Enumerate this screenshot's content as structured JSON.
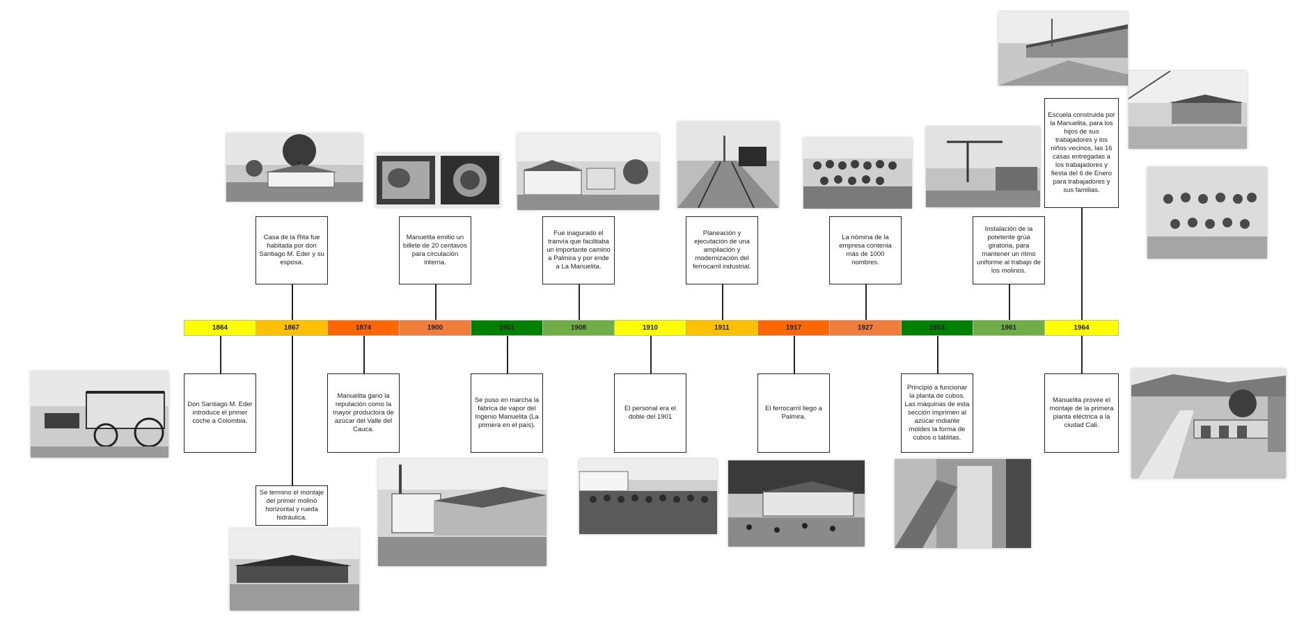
{
  "timeline": {
    "years": [
      {
        "label": "1864",
        "color": "#ffff00"
      },
      {
        "label": "1867",
        "color": "#ffc000"
      },
      {
        "label": "1874",
        "color": "#ff6600"
      },
      {
        "label": "1900",
        "color": "#f07d3a"
      },
      {
        "label": "1901",
        "color": "#008000"
      },
      {
        "label": "1908",
        "color": "#70ad47"
      },
      {
        "label": "1910",
        "color": "#ffff00"
      },
      {
        "label": "1911",
        "color": "#ffc000"
      },
      {
        "label": "1917",
        "color": "#ff6600"
      },
      {
        "label": "1927",
        "color": "#f07d3a"
      },
      {
        "label": "1953",
        "color": "#008000"
      },
      {
        "label": "1961",
        "color": "#70ad47"
      },
      {
        "label": "1964",
        "color": "#ffff00"
      }
    ]
  },
  "events": {
    "e1864": "Don Santiago M. Eder introduce el primer coche a Colombia.",
    "e1867a": "Casa de la Rita fue habitada por don Santiago M. Eder y su esposa.",
    "e1867b": "Se termino el montaje del primer molino horizontal y rueda hidráulica.",
    "e1874": "Manuelita gano la reputación como la mayor productora de azúcar del Valle del Cauca.",
    "e1900": "Manuelita emitio un billete de 20 centavos para circulación interna.",
    "e1901": "Se puso en marcha la fábrica de vapor del Ingenio Manuelita (La primera en el país).",
    "e1908": "Fue inagurado el tranvía que facilitaba un importante camino a Palmira y por ende a La Manuelita.",
    "e1910": "El personal era el doble del 1901",
    "e1911": "Planeación y ejecutación de una ampliación y modernización del ferrocarril industrial.",
    "e1917": "El ferrocarril llego a Palmira.",
    "e1927": "La nómina de la empresa contenia más de 1000 nombres.",
    "e1953": "Principió a funcionar la planta de cubos. Las máquinas de esta sección imprimen al azúcar mdiante moldes la forma de cubos o tablitas.",
    "e1961": "Instalación de la potetente grúa giratoria, para mantener un ritmo uniforme al trabajo de los molinos.",
    "e1964a": "Escuela construida por la Manuelita, para los hijos de sus trabajadores y los niños vecinos, las 16 casas entregadas a los trabajadores y fiesta del 6 de Enero para trabajadores y sus familias.",
    "e1964b": "Manuelita provee el montaje de la primera planta eléctrica a la ciudad Cali."
  }
}
